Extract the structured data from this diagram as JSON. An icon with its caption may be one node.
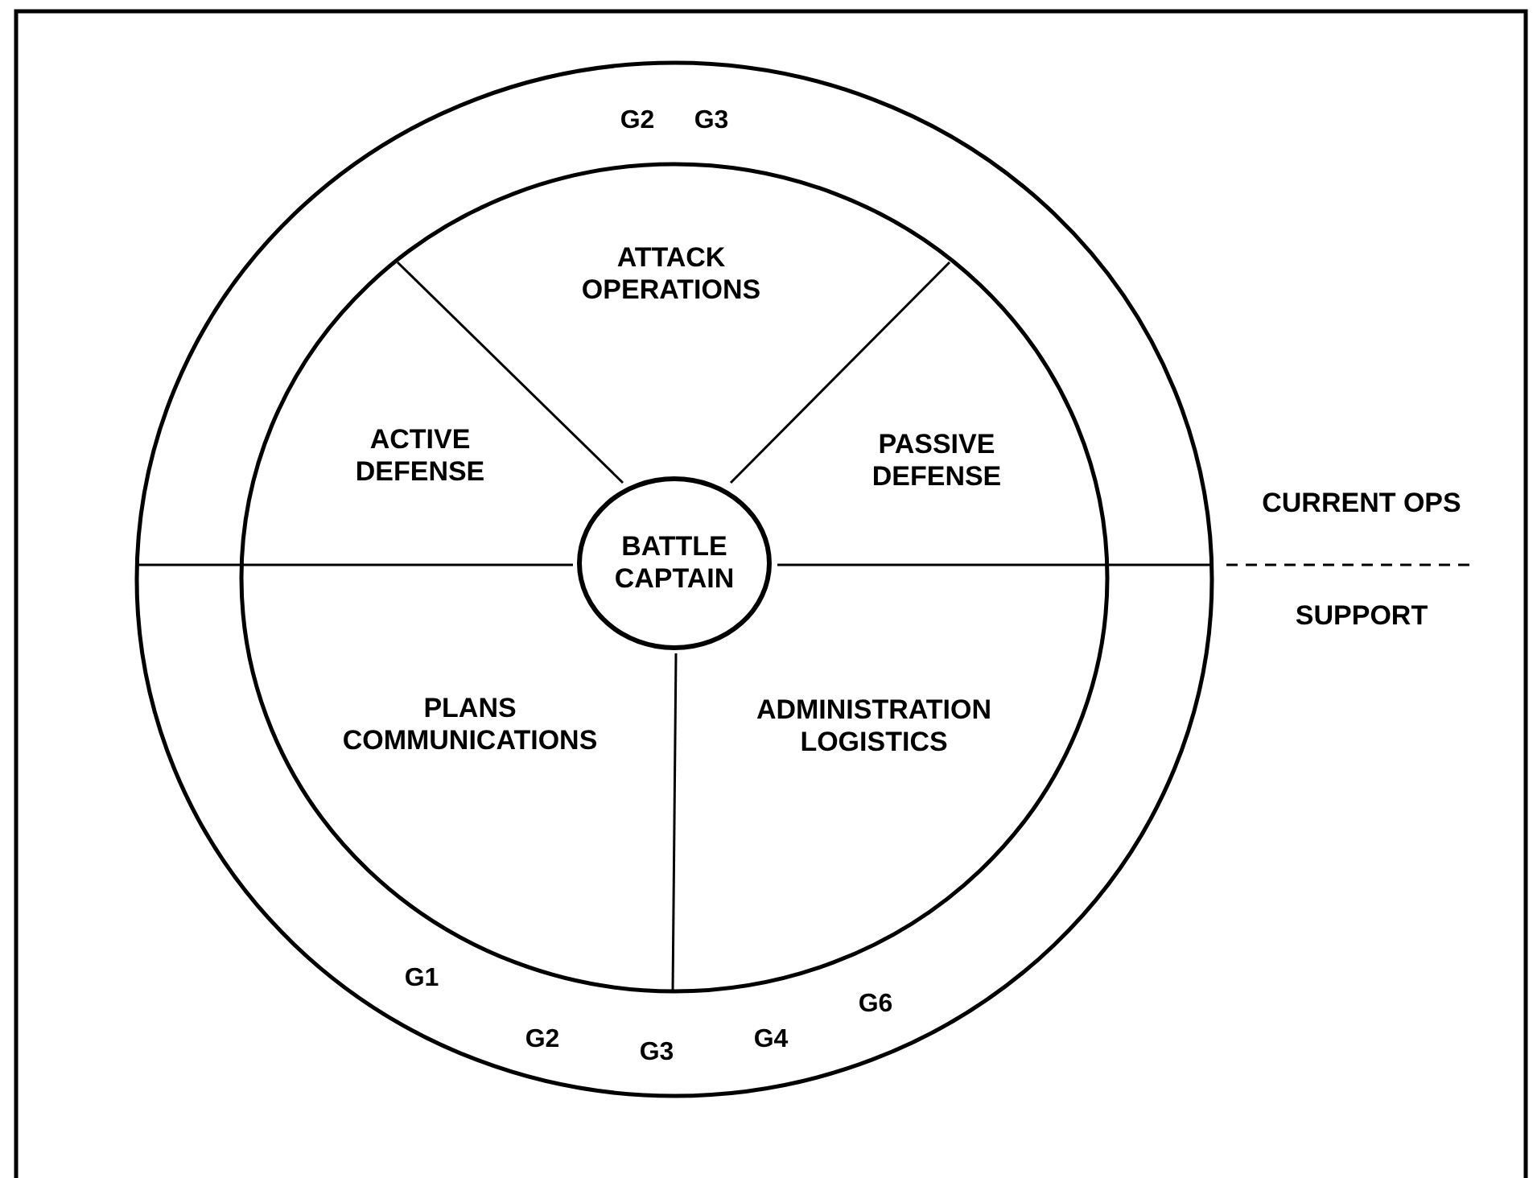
{
  "diagram": {
    "nodes": [
      {
        "text": [
          "ACTIVE DEFENSE"
        ]
      },
      {
        "text": [
          "ATTACK OPERATIONS"
        ]
      },
      {
        "text": [
          "PASSIVE DEFENSE"
        ]
      },
      {
        "text": [
          "BATTLE CAPTAIN"
        ]
      },
      {
        "text": [
          "PLANS COMMUNICATIONS"
        ]
      },
      {
        "text": [
          "ADMINISTRATION LOGISTICS"
        ]
      }
    ],
    "edges": [],
    "labels": [
      "G2",
      "G3",
      "CURRENT OPS",
      "SUPPORT",
      "G1",
      "G2",
      "G3",
      "G4",
      "G6"
    ]
  }
}
